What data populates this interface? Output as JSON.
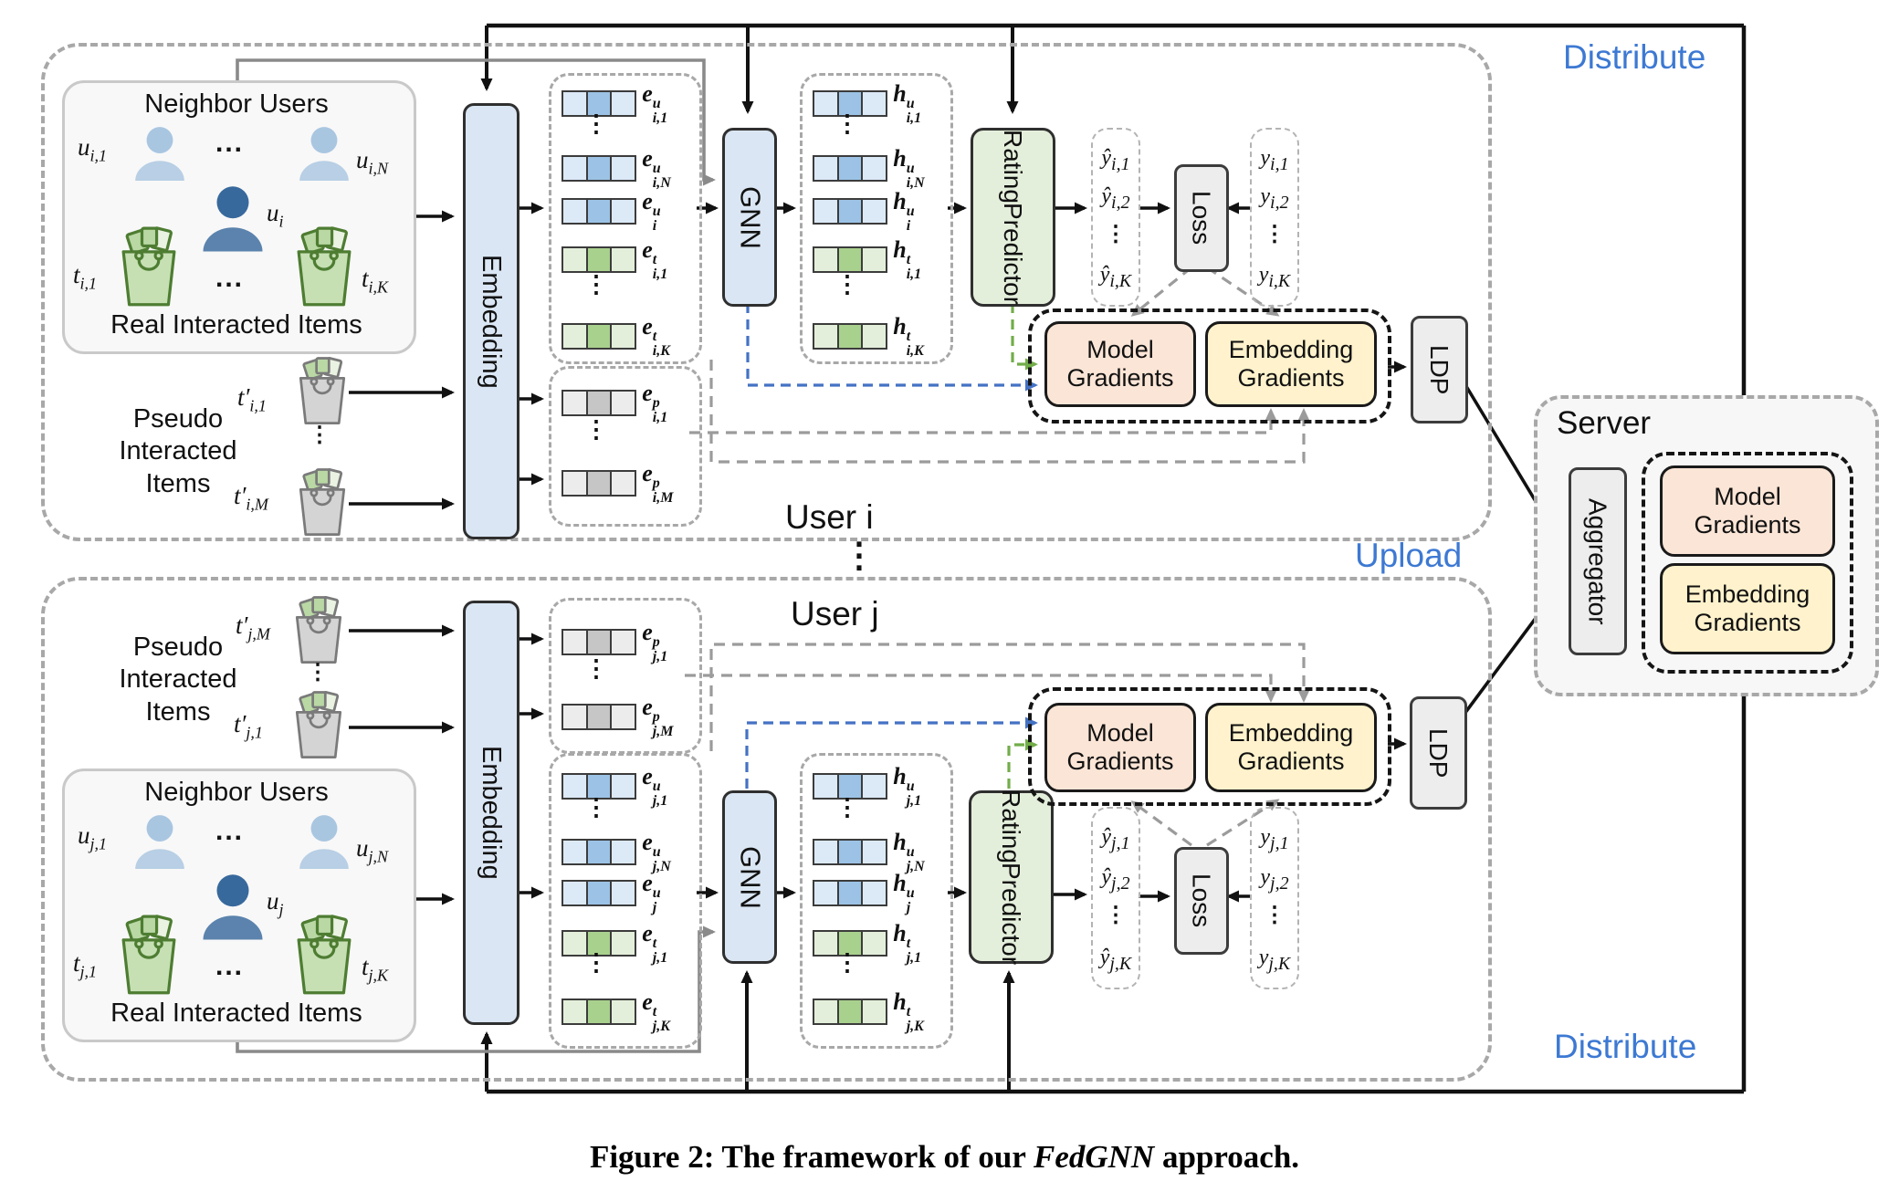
{
  "colors": {
    "accent_blue_text": "#3d79d3",
    "box_blue": "#dae6f3",
    "box_green": "#e4efdb",
    "box_gray": "#ededed",
    "box_salmon": "#fbe5d6",
    "box_yellow": "#fff2cc",
    "cell_blue_mid": "#9cc3e6",
    "cell_green_mid": "#a9d18e",
    "cell_gray_mid": "#c6c6c6",
    "wire_blue": "#4472c4",
    "wire_green": "#72ad49",
    "dash_gray": "#9b9b9b"
  },
  "edges": {
    "distribute_top": "Distribute",
    "distribute_bottom": "Distribute",
    "upload": "Upload"
  },
  "server": {
    "title": "Server",
    "aggregator": "Aggregator",
    "model_gradients": "Model Gradients",
    "embedding_gradients": "Embedding Gradients"
  },
  "separator_dots": "⋮",
  "caption": {
    "prefix": "Figure 2: The framework of our ",
    "emph": "FedGNN",
    "suffix": " approach."
  },
  "user_i": {
    "title": "User i",
    "neighbor": {
      "title": "Neighbor Users",
      "footer": "Real Interacted Items",
      "hdots_top": "...",
      "hdots_bottom": "...",
      "u_left": {
        "b": "u",
        "sub": "i,1"
      },
      "u_right": {
        "b": "u",
        "sub": "i,N"
      },
      "u_center": {
        "b": "u",
        "sub": "i"
      },
      "t_left": {
        "b": "t",
        "sub": "i,1"
      },
      "t_right": {
        "b": "t",
        "sub": "i,K"
      }
    },
    "pseudo": {
      "lines": [
        "Pseudo",
        "Interacted",
        "Items"
      ],
      "top": {
        "b": "t",
        "prime": true,
        "sub": "i,1"
      },
      "bottom": {
        "b": "t",
        "prime": true,
        "sub": "i,M"
      },
      "vdots": "⋮"
    },
    "blocks": {
      "embedding": "Embedding",
      "gnn": "GNN",
      "rating": "Rating",
      "predictor": "Predictor",
      "loss": "Loss",
      "ldp": "LDP",
      "model_gradients": "Model Gradients",
      "embedding_gradients": "Embedding Gradients"
    },
    "e_rows": [
      {
        "t": "blue",
        "m": {
          "b": "e",
          "bold": true,
          "sup": "u",
          "sub": "i,1"
        }
      },
      {
        "t": "blue",
        "m": {
          "b": "e",
          "bold": true,
          "sup": "u",
          "sub": "i,N"
        }
      },
      {
        "t": "blue",
        "m": {
          "b": "e",
          "bold": true,
          "sup": "u",
          "sub": "i"
        }
      },
      {
        "t": "green",
        "m": {
          "b": "e",
          "bold": true,
          "sup": "t",
          "sub": "i,1"
        }
      },
      {
        "t": "green",
        "m": {
          "b": "e",
          "bold": true,
          "sup": "t",
          "sub": "i,K"
        }
      }
    ],
    "ep_rows": [
      {
        "t": "gray",
        "m": {
          "b": "e",
          "bold": true,
          "sup": "p",
          "sub": "i,1"
        }
      },
      {
        "t": "gray",
        "m": {
          "b": "e",
          "bold": true,
          "sup": "p",
          "sub": "i,M"
        }
      }
    ],
    "h_rows": [
      {
        "t": "blue",
        "m": {
          "b": "h",
          "bold": true,
          "sup": "u",
          "sub": "i,1"
        }
      },
      {
        "t": "blue",
        "m": {
          "b": "h",
          "bold": true,
          "sup": "u",
          "sub": "i,N"
        }
      },
      {
        "t": "blue",
        "m": {
          "b": "h",
          "bold": true,
          "sup": "u",
          "sub": "i"
        }
      },
      {
        "t": "green",
        "m": {
          "b": "h",
          "bold": true,
          "sup": "t",
          "sub": "i,1"
        }
      },
      {
        "t": "green",
        "m": {
          "b": "h",
          "bold": true,
          "sup": "t",
          "sub": "i,K"
        }
      }
    ],
    "yhat": [
      {
        "b": "ŷ",
        "sub": "i,1"
      },
      {
        "b": "ŷ",
        "sub": "i,2"
      },
      {
        "b": "ŷ",
        "sub": "i,K"
      }
    ],
    "ytrue": [
      {
        "b": "y",
        "sub": "i,1"
      },
      {
        "b": "y",
        "sub": "i,2"
      },
      {
        "b": "y",
        "sub": "i,K"
      }
    ]
  },
  "user_j": {
    "title": "User j",
    "neighbor": {
      "title": "Neighbor Users",
      "footer": "Real Interacted Items",
      "hdots_top": "...",
      "hdots_bottom": "...",
      "u_left": {
        "b": "u",
        "sub": "j,1"
      },
      "u_right": {
        "b": "u",
        "sub": "j,N"
      },
      "u_center": {
        "b": "u",
        "sub": "j"
      },
      "t_left": {
        "b": "t",
        "sub": "j,1"
      },
      "t_right": {
        "b": "t",
        "sub": "j,K"
      }
    },
    "pseudo": {
      "lines": [
        "Pseudo",
        "Interacted",
        "Items"
      ],
      "top": {
        "b": "t",
        "prime": true,
        "sub": "j,M"
      },
      "bottom": {
        "b": "t",
        "prime": true,
        "sub": "j,1"
      },
      "vdots": "⋮"
    },
    "blocks": {
      "embedding": "Embedding",
      "gnn": "GNN",
      "rating": "Rating",
      "predictor": "Predictor",
      "loss": "Loss",
      "ldp": "LDP",
      "model_gradients": "Model Gradients",
      "embedding_gradients": "Embedding Gradients"
    },
    "e_rows": [
      {
        "t": "blue",
        "m": {
          "b": "e",
          "bold": true,
          "sup": "u",
          "sub": "j,1"
        }
      },
      {
        "t": "blue",
        "m": {
          "b": "e",
          "bold": true,
          "sup": "u",
          "sub": "j,N"
        }
      },
      {
        "t": "blue",
        "m": {
          "b": "e",
          "bold": true,
          "sup": "u",
          "sub": "j"
        }
      },
      {
        "t": "green",
        "m": {
          "b": "e",
          "bold": true,
          "sup": "t",
          "sub": "j,1"
        }
      },
      {
        "t": "green",
        "m": {
          "b": "e",
          "bold": true,
          "sup": "t",
          "sub": "j,K"
        }
      }
    ],
    "ep_rows": [
      {
        "t": "gray",
        "m": {
          "b": "e",
          "bold": true,
          "sup": "p",
          "sub": "j,1"
        }
      },
      {
        "t": "gray",
        "m": {
          "b": "e",
          "bold": true,
          "sup": "p",
          "sub": "j,M"
        }
      }
    ],
    "h_rows": [
      {
        "t": "blue",
        "m": {
          "b": "h",
          "bold": true,
          "sup": "u",
          "sub": "j,1"
        }
      },
      {
        "t": "blue",
        "m": {
          "b": "h",
          "bold": true,
          "sup": "u",
          "sub": "j,N"
        }
      },
      {
        "t": "blue",
        "m": {
          "b": "h",
          "bold": true,
          "sup": "u",
          "sub": "j"
        }
      },
      {
        "t": "green",
        "m": {
          "b": "h",
          "bold": true,
          "sup": "t",
          "sub": "j,1"
        }
      },
      {
        "t": "green",
        "m": {
          "b": "h",
          "bold": true,
          "sup": "t",
          "sub": "j,K"
        }
      }
    ],
    "yhat": [
      {
        "b": "ŷ",
        "sub": "j,1"
      },
      {
        "b": "ŷ",
        "sub": "j,2"
      },
      {
        "b": "ŷ",
        "sub": "j,K"
      }
    ],
    "ytrue": [
      {
        "b": "y",
        "sub": "j,1"
      },
      {
        "b": "y",
        "sub": "j,2"
      },
      {
        "b": "y",
        "sub": "j,K"
      }
    ]
  }
}
